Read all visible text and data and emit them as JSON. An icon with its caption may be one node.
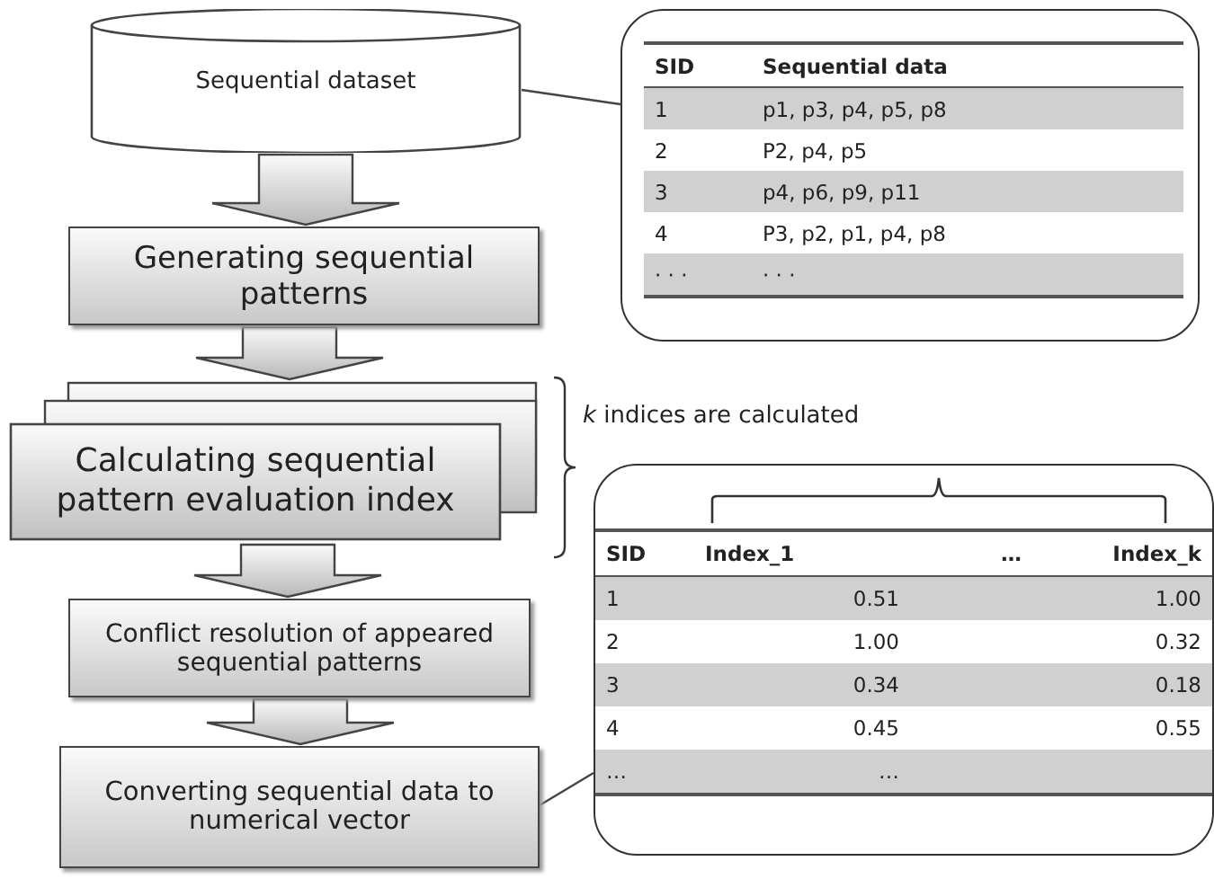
{
  "diagram": {
    "nodes": [
      {
        "text": [
          "Sequential dataset"
        ]
      },
      {
        "text": [
          "Generating sequential patterns"
        ]
      },
      {
        "text": [
          "Calculating sequential pattern evaluation index"
        ]
      },
      {
        "text": [
          "Conflict resolution of appeared sequential patterns"
        ]
      },
      {
        "text": [
          "Converting sequential data to numerical vector"
        ]
      },
      {
        "text": [
          "SID",
          "Sequential data",
          "1",
          "p1, p3, p4, p5, p8",
          "2",
          "P2, p4, p5",
          "3",
          "p4, p6, p9, p11",
          "4",
          "P3, p2, p1, p4, p8",
          "· · ·",
          "· · ·"
        ]
      },
      {
        "text": [
          "SID",
          "Index_1",
          "…",
          "Index_k",
          "1",
          "0.51",
          "1.00",
          "2",
          "1.00",
          "0.32",
          "3",
          "0.34",
          "0.18",
          "4",
          "0.45",
          "0.55",
          "…",
          "…"
        ]
      }
    ],
    "edges": [
      {
        "from": 0,
        "to": 1,
        "arrow": "to"
      },
      {
        "from": 1,
        "to": 2,
        "arrow": "to"
      },
      {
        "from": 2,
        "to": 3,
        "arrow": "to"
      },
      {
        "from": 3,
        "to": 4,
        "arrow": "to"
      },
      {
        "from": 5,
        "to": 0,
        "arrow": "none"
      },
      {
        "from": 6,
        "to": 4,
        "arrow": "none"
      }
    ],
    "labels": [
      "*k* indices are calculated"
    ]
  }
}
